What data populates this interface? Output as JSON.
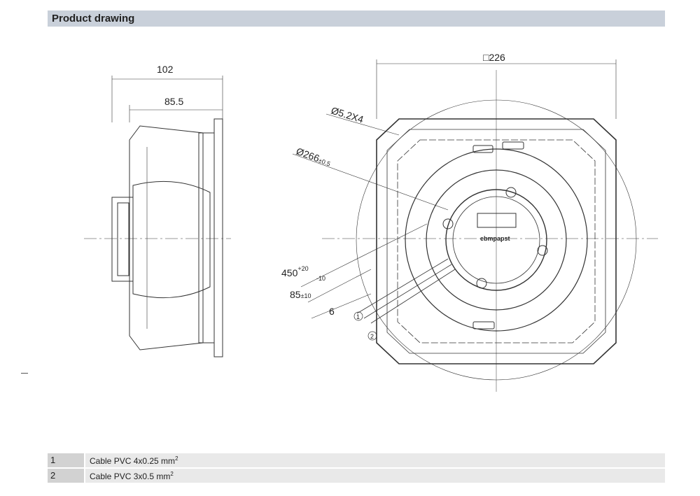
{
  "header": {
    "title": "Product drawing"
  },
  "drawing": {
    "side_view": {
      "overall_depth": "102",
      "body_depth": "85.5"
    },
    "front_view": {
      "square_size": "□226",
      "hole_spec": "Ø5.2X4",
      "bolt_circle": "Ø266",
      "bolt_circle_tol": "±0.5",
      "cable_length": "450",
      "cable_length_tol_plus": "+20",
      "cable_length_tol_minus": "-10",
      "strip_length": "85",
      "strip_length_tol": "±10",
      "wire_end": "6",
      "callout_1": "1",
      "callout_2": "2",
      "logo_text": "ebmpapst"
    }
  },
  "legend": [
    {
      "num": "1",
      "text": "Cable PVC 4x0.25 mm",
      "sup": "2"
    },
    {
      "num": "2",
      "text": "Cable PVC 3x0.5 mm",
      "sup": "2"
    }
  ]
}
